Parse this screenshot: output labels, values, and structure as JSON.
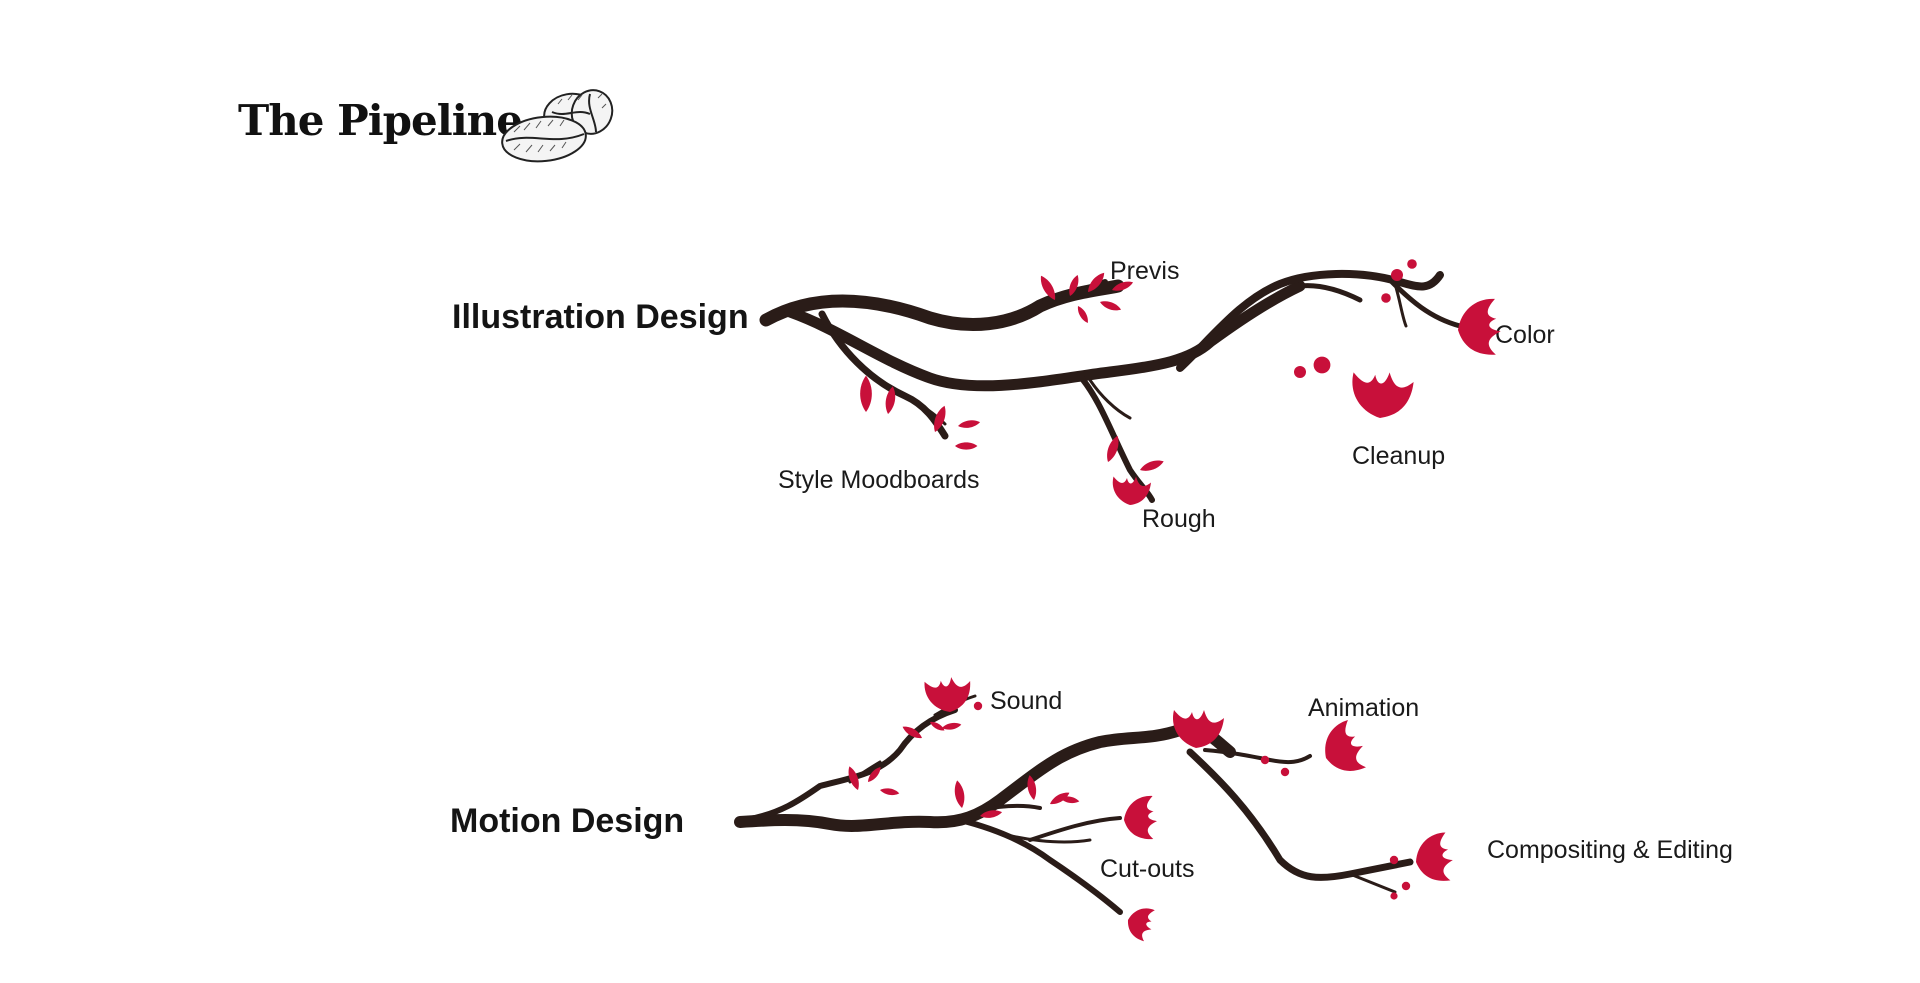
{
  "title": "The Pipeline",
  "colors": {
    "branch": "#2a1c18",
    "blossom": "#c8103a",
    "text": "#111111"
  },
  "sections": [
    {
      "name": "Illustration Design",
      "nodes": [
        "Previs",
        "Color",
        "Style Moodboards",
        "Rough",
        "Cleanup"
      ]
    },
    {
      "name": "Motion Design",
      "nodes": [
        "Sound",
        "Animation",
        "Cut-outs",
        "Compositing & Editing"
      ]
    }
  ]
}
